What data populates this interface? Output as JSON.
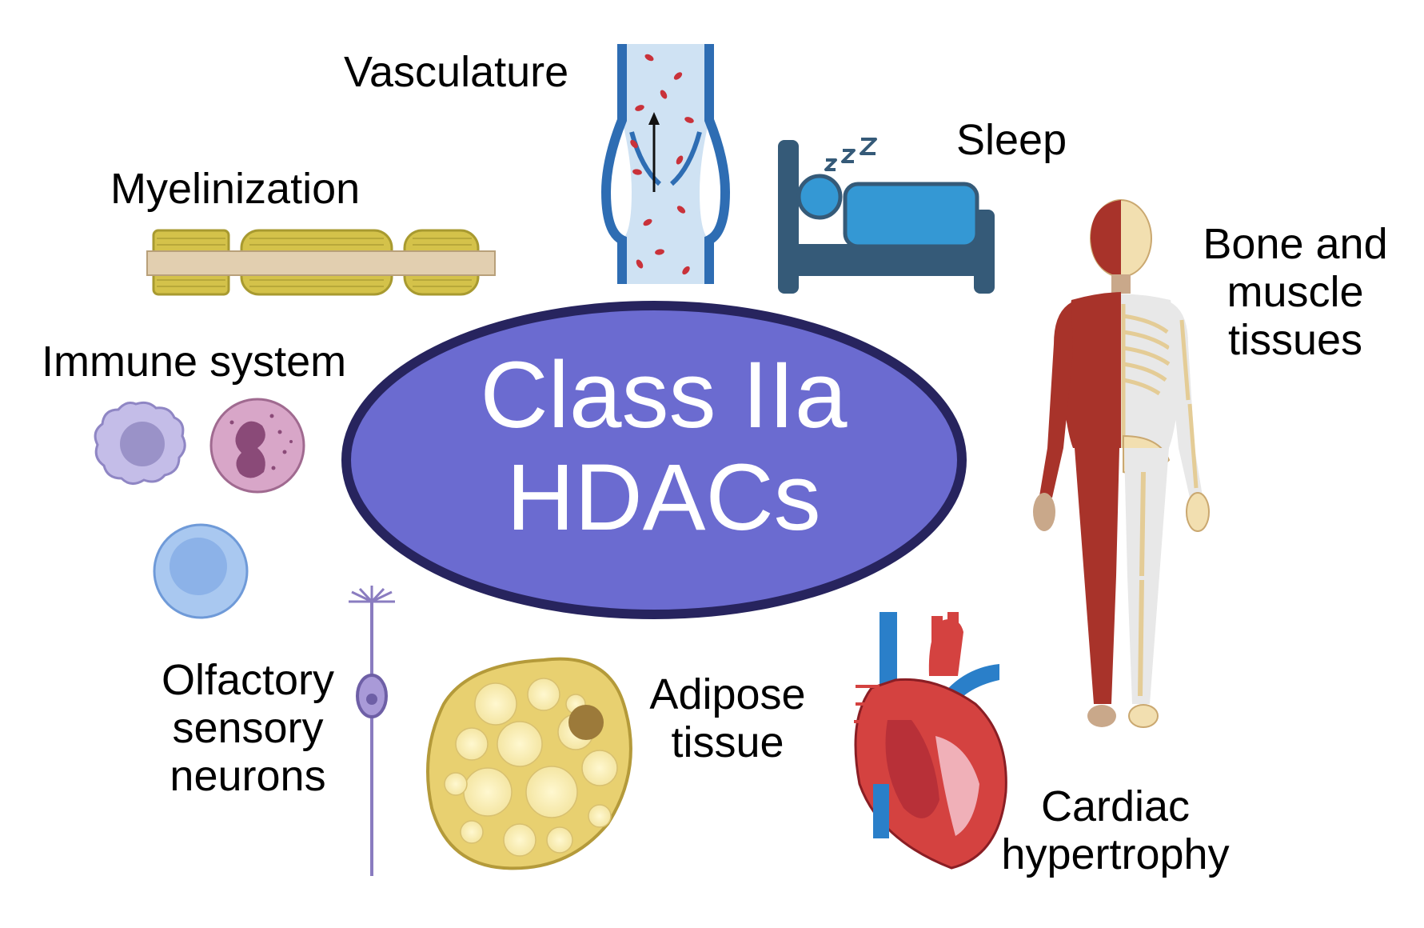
{
  "hub": {
    "line1": "Class IIa",
    "line2": "HDACs"
  },
  "labels": {
    "vasculature": "Vasculature",
    "sleep": "Sleep",
    "myelinization": "Myelinization",
    "bone_muscle": [
      "Bone and",
      "muscle",
      "tissues"
    ],
    "immune": "Immune system",
    "olfactory": [
      "Olfactory",
      "sensory",
      "neurons"
    ],
    "adipose": [
      "Adipose",
      "tissue"
    ],
    "cardiac": [
      "Cardiac",
      "hypertrophy"
    ]
  },
  "icons": [
    "vessel-icon",
    "bed-icon",
    "myelin-sheath-icon",
    "human-body-icon",
    "immune-cells-icon",
    "neuron-icon",
    "adipocyte-icon",
    "heart-icon"
  ],
  "colors": {
    "hub_fill": "#6b6bd0",
    "hub_border": "#27245e",
    "bed": "#355a78",
    "blanket": "#3498d4",
    "myelin": "#d4c24a",
    "axon": "#e2cfb0",
    "vessel_wall": "#2e6db3",
    "vessel_lumen": "#cfe2f3",
    "rbc": "#c9323a",
    "muscle": "#a8332a",
    "bone": "#f2dfb0",
    "heart": "#d44240",
    "vein": "#2a7fc9",
    "fat": "#f6eeb0",
    "neuron": "#8a7cc0"
  }
}
